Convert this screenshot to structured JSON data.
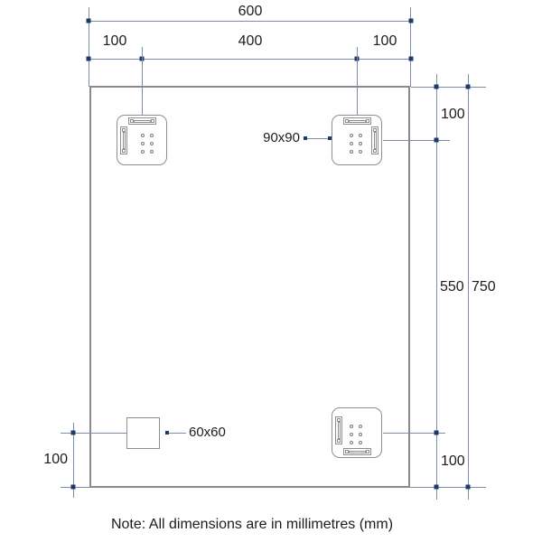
{
  "drawing": {
    "dimensions": {
      "overall_width": "600",
      "top_left_offset": "100",
      "top_center_span": "400",
      "top_right_offset": "100",
      "right_top_offset": "100",
      "right_middle_span": "550",
      "overall_height": "750",
      "right_bottom_offset": "100",
      "left_bottom_offset": "100"
    },
    "callouts": {
      "bracket_size": "90x90",
      "square_size": "60x60"
    },
    "note": "Note: All dimensions are in millimetres (mm)"
  },
  "colors": {
    "background": "#ffffff",
    "dim-line": "#7b90a8",
    "tick": "#1e3a6b",
    "outline": "#8a8a8a",
    "bracket-line": "#8f8f8f",
    "text": "#1c1c1c"
  }
}
